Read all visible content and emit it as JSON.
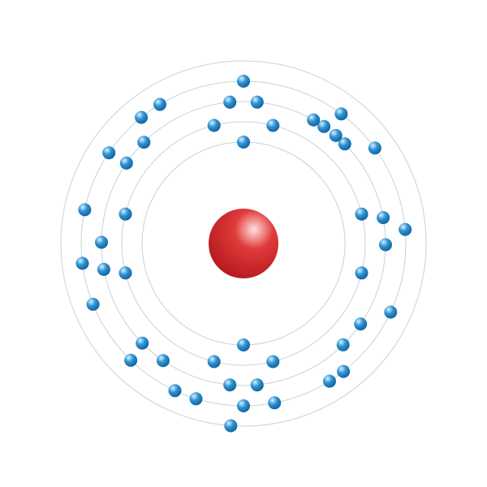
{
  "diagram": {
    "type": "bohr-atom-model",
    "electrons_per_shell": [
      2,
      8,
      18,
      18,
      1
    ],
    "colors": {
      "background": "#ffffff",
      "orbit": "#c8d2d6",
      "nucleus_light": "#ffe0e0",
      "nucleus_mid": "#e03a3a",
      "nucleus_dark": "#b0161c",
      "electron_light": "#d9f0ff",
      "electron_mid": "#2e93d4",
      "electron_dark": "#0f5f9c"
    }
  }
}
